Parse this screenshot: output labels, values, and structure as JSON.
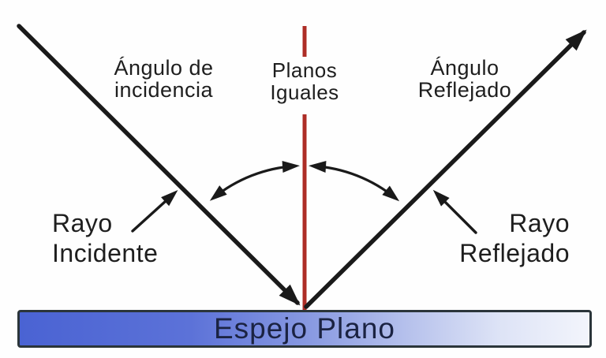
{
  "diagram": {
    "labels": {
      "angle_incidence": "Ángulo de\nincidencia",
      "planes_equal": "Planos\nIguales",
      "angle_reflected": "Ángulo\nReflejado",
      "ray_incident": "Rayo\nIncidente",
      "ray_reflected": "Rayo\nReflejado",
      "mirror": "Espejo Plano"
    },
    "colors": {
      "ray_color": "#1a1a1a",
      "normal_color": "#ad2d26",
      "label_color": "#1e1e1e",
      "mirror_text_color": "#1b2342",
      "mirror_border_color": "#2b353a",
      "mirror_blue": "#4a63d3",
      "mirror_light": "#f3f5fc",
      "background": "#fefefe"
    }
  }
}
